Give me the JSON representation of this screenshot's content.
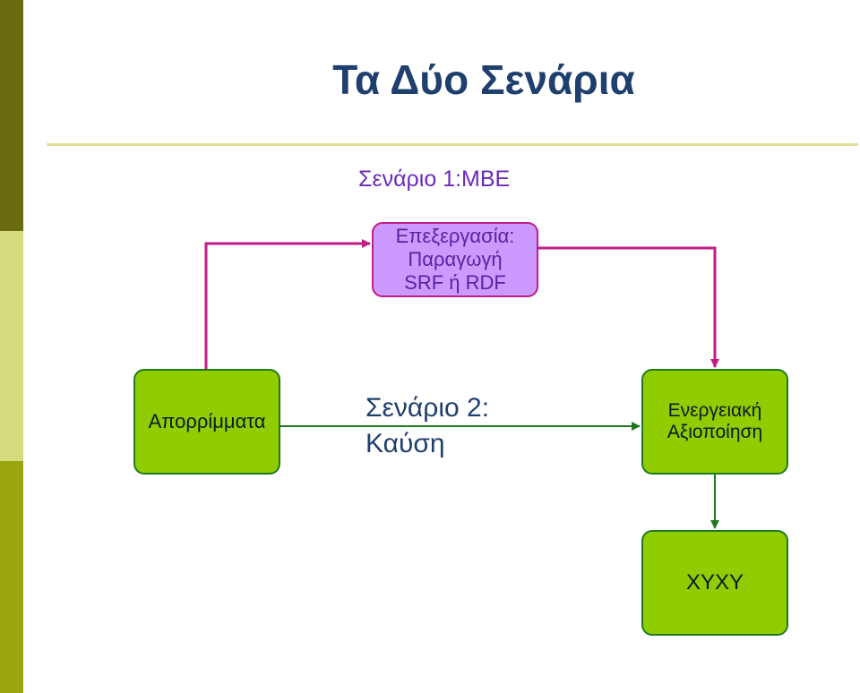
{
  "title": "Τα Δύο Σενάρια",
  "scenario1": {
    "label": "Σενάριο 1:MBE"
  },
  "processing_box": {
    "line1": "Επεξεργασία:",
    "line2": "Παραγωγή",
    "line3": "SRF ή RDF"
  },
  "waste_box": {
    "label": "Απορρίμματα"
  },
  "scenario2": {
    "line1": "Σενάριο 2:",
    "line2": "Καύση"
  },
  "energy_box": {
    "line1": "Ενεργειακή",
    "line2": "Αξιοποίηση"
  },
  "chp_box": {
    "label": "ΧΥΧΥ"
  },
  "colors": {
    "sidebar_dark": "#6b6b12",
    "sidebar_light": "#d4dc7e",
    "sidebar_mid": "#9aa50f",
    "title": "#1f3f6e",
    "magenta_arrow": "#c11c86",
    "green_arrow": "#1f7a1f",
    "green_box": "#8fcc00",
    "purple_box": "#cc99ff"
  }
}
